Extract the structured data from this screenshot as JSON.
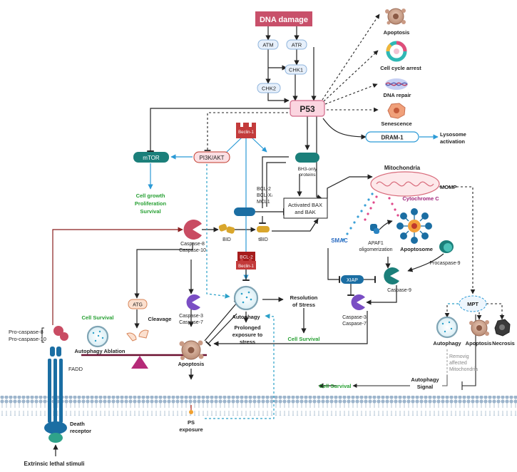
{
  "colors": {
    "dna_damage": "#c8506a",
    "p53_fill": "#fbd5e0",
    "p53_stroke": "#d26a8a",
    "teal": "#1b7f7a",
    "green_text": "#27a033",
    "blue_text": "#2b6cc2",
    "magenta_text": "#a0247a",
    "dark_red": "#a61c1c",
    "arrow": "#222222",
    "dashed_blue": "#2aa0c8",
    "membrane": "#9fb6cb"
  },
  "top": {
    "dna_damage": "DNA damage",
    "atm": "ATM",
    "atr": "ATR",
    "chk1": "CHK1",
    "chk2": "CHK2",
    "p53": "P53"
  },
  "outcomes": {
    "apoptosis": "Apoptosis",
    "cell_cycle_arrest": "Cell cycle arrest",
    "dna_repair": "DNA repair",
    "senescence": "Senescence",
    "dram1": "DRAM-1",
    "lysosome_activation_1": "Lysosome",
    "lysosome_activation_2": "activation"
  },
  "left": {
    "mtor": "mTOR",
    "pi3k_akt": "PI3K/AKT",
    "cell_growth": "Cell growth",
    "proliferation": "Proliferation",
    "survival": "Survival",
    "beclin1_top": "Beclin-1"
  },
  "bcl": {
    "bh3_only_1": "BH3-only",
    "bh3_only_2": "proteins",
    "bcl2_group_1": "BCL-2",
    "bcl2_group_2": "BCL-Xₗ",
    "bcl2_group_3": "MCL1",
    "bax_bak_1": "Activated BAX",
    "bax_bak_2": "and BAK",
    "bid": "BID",
    "tbid": "tBID",
    "caspase8": "Caspase-8",
    "caspase10": "Caspase-10",
    "bcl2_box": "BCL-2",
    "beclin1_box": "Beclin-1"
  },
  "mito": {
    "mitochondria": "Mitochondria",
    "cytochrome_c": "Cytochrome C",
    "momp": "MOMP",
    "smac": "SMAC",
    "apaf1_1": "APAF1",
    "apaf1_2": "oligomerization",
    "apoptosome": "Apoptosome",
    "procaspase9": "Procaspase-9",
    "xiap": "XIAP",
    "caspase9": "Caspase-9",
    "caspase3": "Caspase-3",
    "caspase7": "Caspase-7"
  },
  "center": {
    "atg": "ATG",
    "cleavage": "Cleavage",
    "cell_survival_left": "Cell Survival",
    "autophagy_ablation": "Autophagy Ablation",
    "caspase3": "Caspase-3",
    "caspase7": "Caspase-7",
    "autophagy": "Autophagy",
    "prolonged_1": "Prolonged",
    "prolonged_2": "exposure to",
    "prolonged_3": "stress",
    "resolution_1": "Resolution",
    "resolution_2": "of Stress",
    "cell_survival_mid": "Cell Survival",
    "apoptosis": "Apoptosis"
  },
  "mpt": {
    "mpt": "MPT",
    "autophagy": "Autophagy",
    "apoptosis": "Apoptosis",
    "necrosis": "Necrosis",
    "removing_1": "Removig",
    "removing_2": "affected",
    "removing_3": "Mitochondria",
    "autophagy_signal_1": "Autophagy",
    "autophagy_signal_2": "Signal",
    "cell_survival": "Cell Survival"
  },
  "receptor": {
    "pro_caspase8": "Pro-caspase-8",
    "pro_caspase10": "Pro-caspase-10",
    "fadd": "FADD",
    "death_receptor_1": "Death",
    "death_receptor_2": "receptor",
    "extrinsic": "Extrinsic lethal stimuli",
    "ps_exposure_1": "PS",
    "ps_exposure_2": "exposure"
  }
}
